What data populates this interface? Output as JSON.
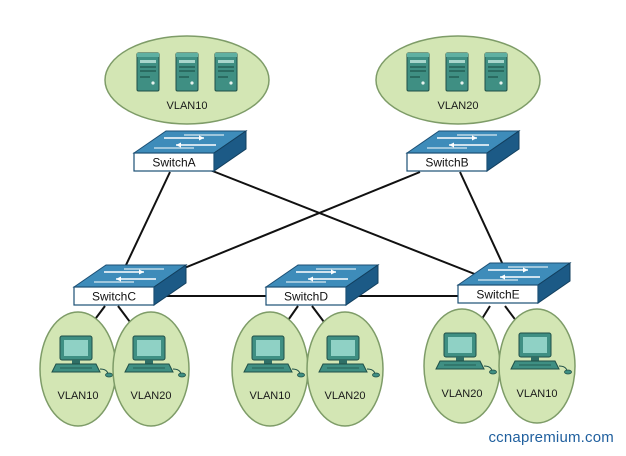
{
  "server_groups": [
    {
      "label": "VLAN10"
    },
    {
      "label": "VLAN20"
    }
  ],
  "switches": [
    {
      "label": "SwitchA"
    },
    {
      "label": "SwitchB"
    },
    {
      "label": "SwitchC"
    },
    {
      "label": "SwitchD"
    },
    {
      "label": "SwitchE"
    }
  ],
  "pc_groups": [
    {
      "label": "VLAN10"
    },
    {
      "label": "VLAN20"
    },
    {
      "label": "VLAN10"
    },
    {
      "label": "VLAN20"
    },
    {
      "label": "VLAN20"
    },
    {
      "label": "VLAN10"
    }
  ],
  "watermark": "ccnapremium.com",
  "colors": {
    "ellipse_fill": "#d3e6b4",
    "ellipse_stroke": "#7e9c68",
    "switch_top": "#3e8cba",
    "switch_side": "#1c5a86",
    "device_teal": "#3f8f83",
    "link": "#111111",
    "watermark": "#1f5f9e"
  }
}
